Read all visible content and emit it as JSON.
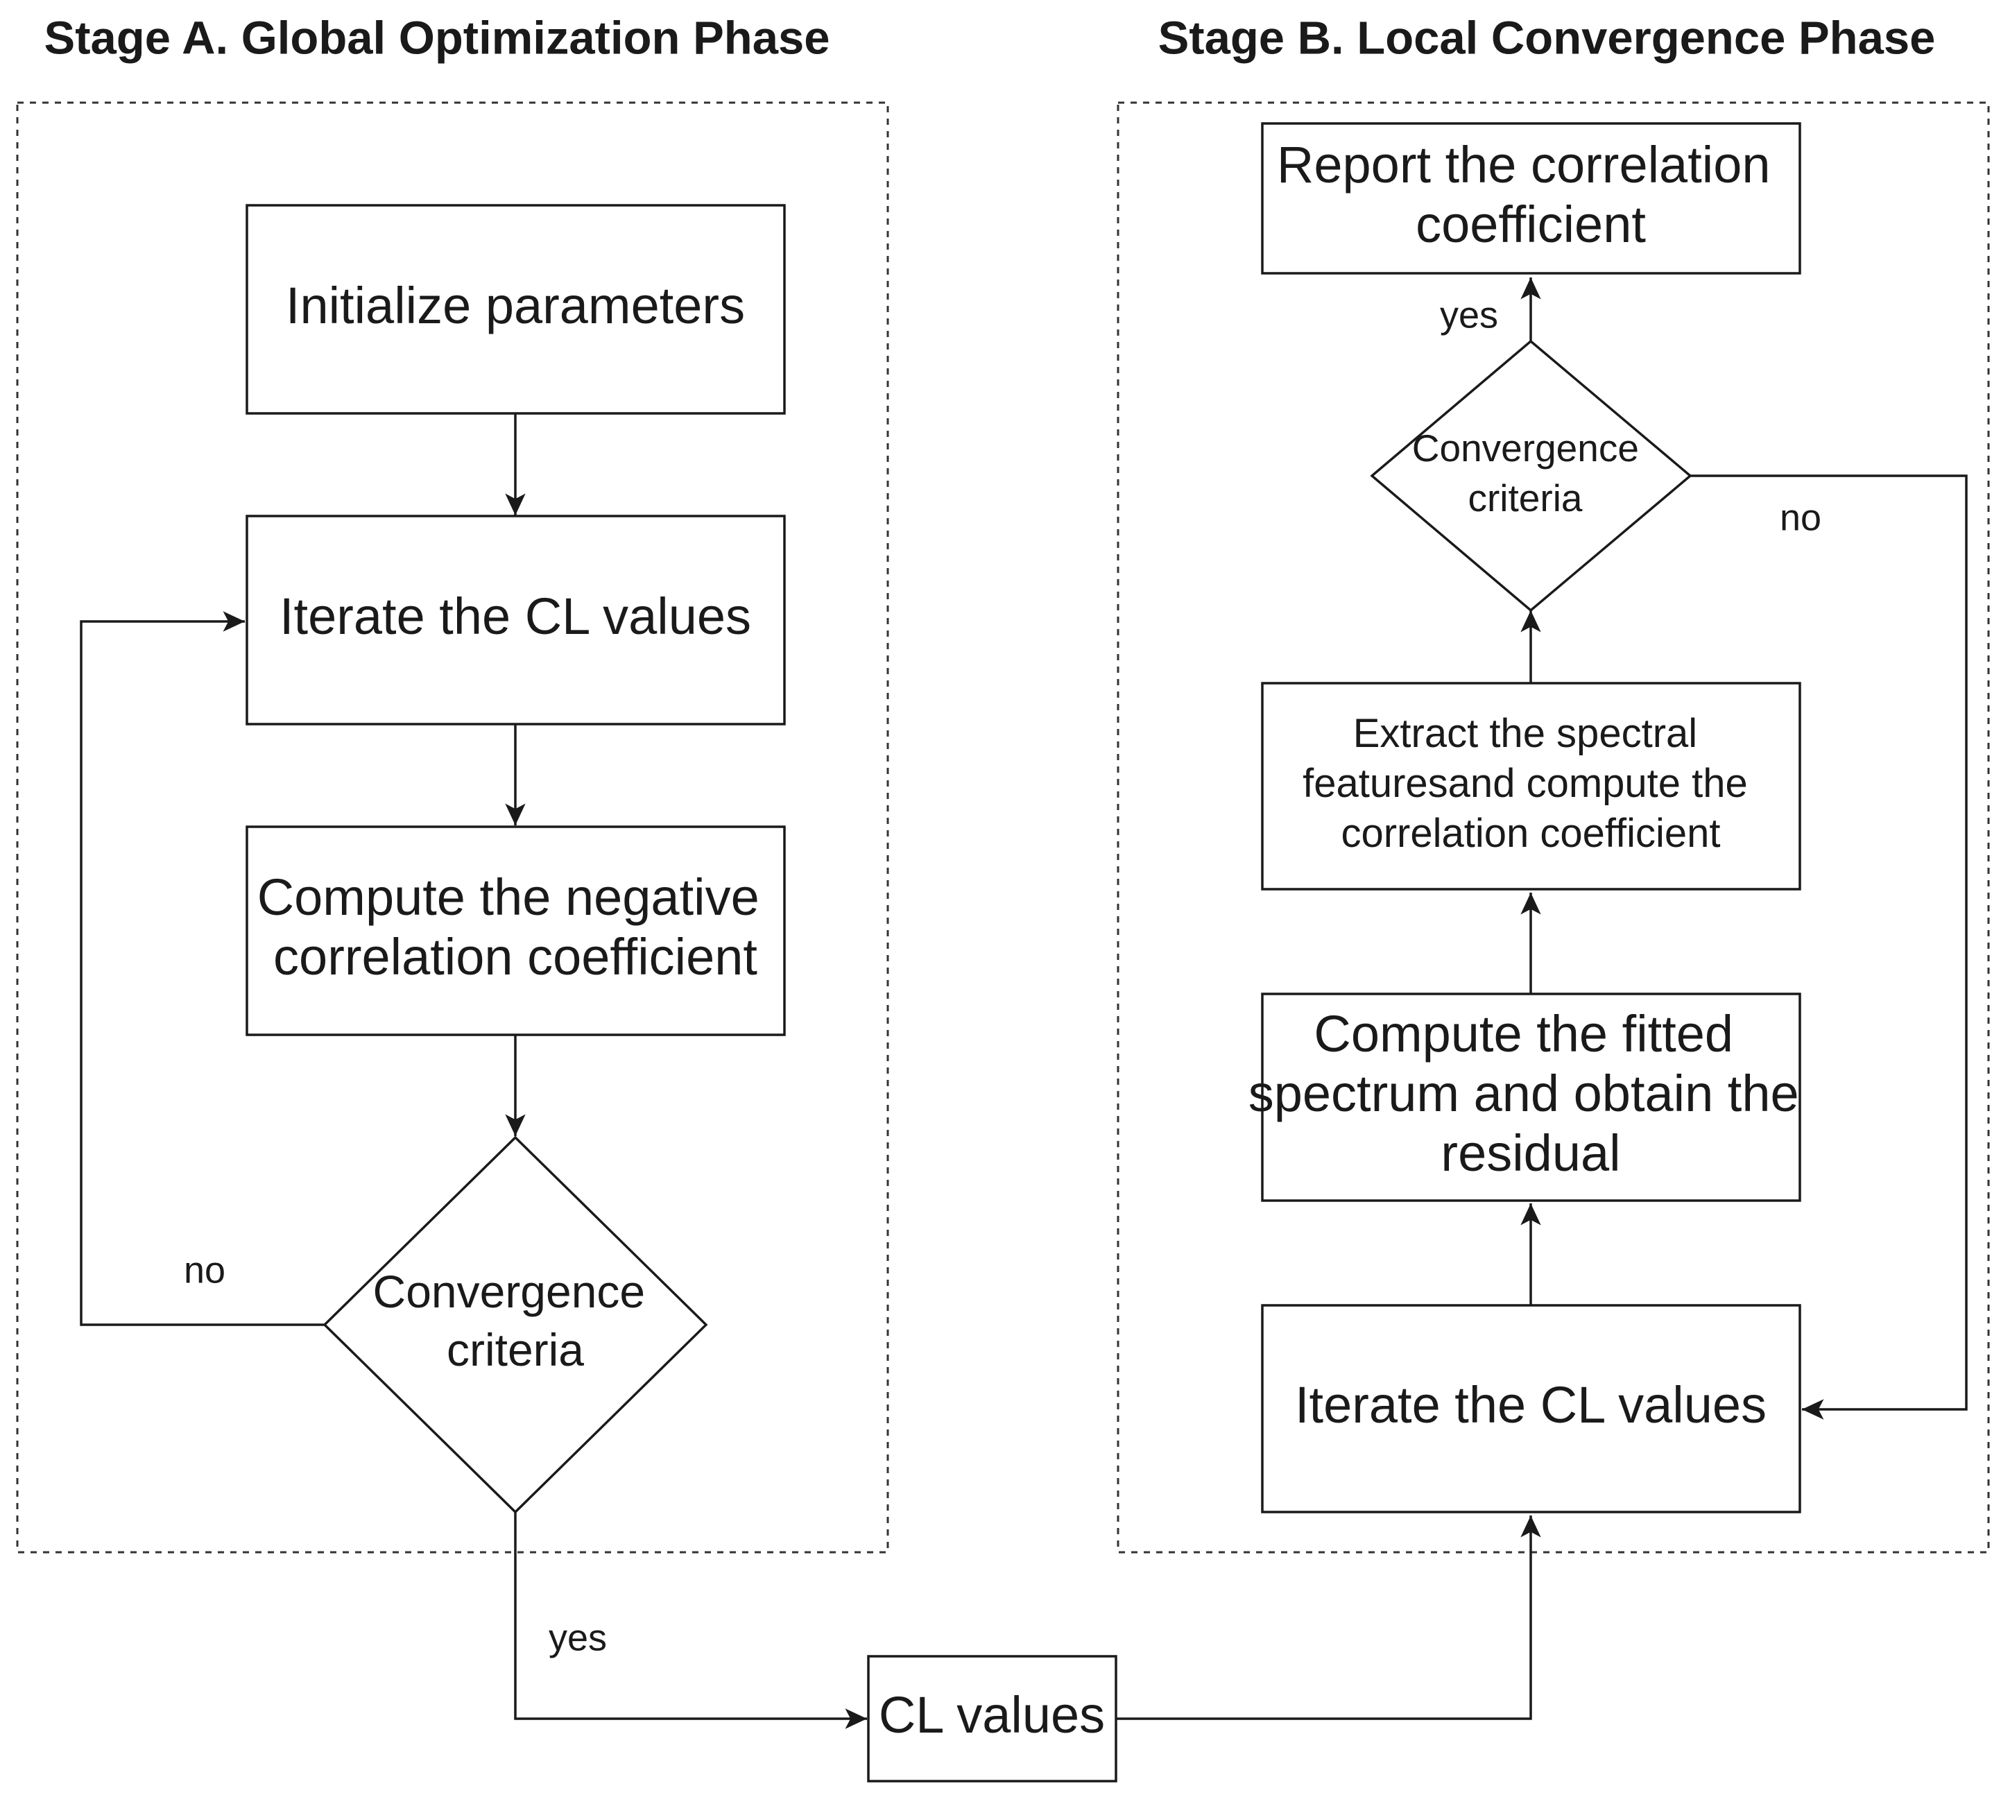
{
  "stage_a": {
    "title": "Stage A. Global Optimization Phase",
    "init": [
      "Initialize parameters"
    ],
    "iterate": [
      "Iterate the CL values"
    ],
    "compute": [
      "Compute the negative",
      "correlation coefficient"
    ],
    "decision": [
      "Convergence",
      "criteria"
    ],
    "no_label": "no",
    "yes_label": "yes"
  },
  "stage_b": {
    "title": "Stage B. Local Convergence Phase",
    "report": [
      "Report the correlation",
      "coefficient"
    ],
    "decision": [
      "Convergence",
      "criteria"
    ],
    "extract": [
      "Extract the spectral",
      "featuresand compute the",
      "correlation coefficient"
    ],
    "fitted": [
      "Compute the fitted",
      "spectrum and obtain the",
      "residual"
    ],
    "iterate": [
      "Iterate the CL values"
    ],
    "no_label": "no",
    "yes_label": "yes"
  },
  "cl_values": [
    "CL values"
  ]
}
